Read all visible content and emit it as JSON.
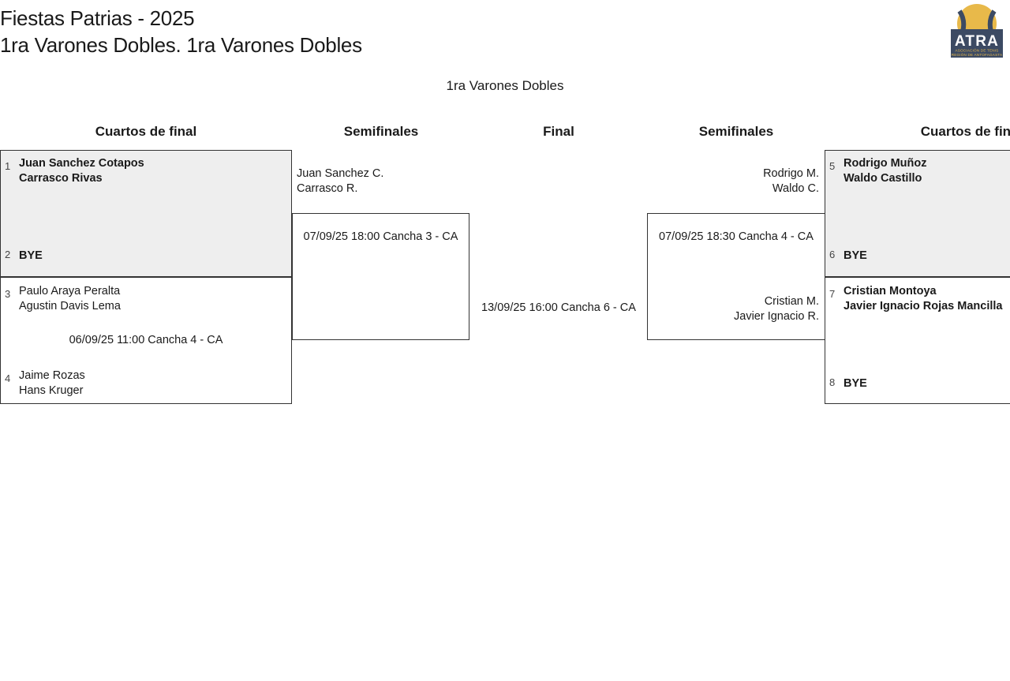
{
  "header": {
    "title": "Fiestas Patrias - 2025",
    "subtitle": "1ra Varones Dobles. 1ra Varones Dobles",
    "logo": {
      "name": "ATRA",
      "line1": "ASOCIACIÓN DE TENIS",
      "line2": "REGIÓN DE ANTOFAGASTA",
      "ball_color": "#E8B94A",
      "text_color": "#3C4A63"
    }
  },
  "draw": {
    "name": "1ra Varones Dobles"
  },
  "rounds": {
    "qf_left": "Cuartos de final",
    "sf_left": "Semifinales",
    "final": "Final",
    "sf_right": "Semifinales",
    "qf_right": "Cuartos de final"
  },
  "colors": {
    "shaded_box": "#eeeeee",
    "border": "#333333",
    "text": "#1a1a1a",
    "seed": "#444444"
  },
  "bracket": {
    "quarterfinals_left": [
      {
        "match_id": "QF1",
        "shaded": true,
        "winner_bold": true,
        "top": {
          "seed": "1",
          "player1": "Juan Sanchez Cotapos",
          "player2": "Carrasco Rivas"
        },
        "bottom": {
          "seed": "2",
          "player1": "BYE",
          "player2": ""
        },
        "schedule": ""
      },
      {
        "match_id": "QF2",
        "shaded": false,
        "winner_bold": false,
        "top": {
          "seed": "3",
          "player1": "Paulo Araya Peralta",
          "player2": "Agustin Davis Lema"
        },
        "bottom": {
          "seed": "4",
          "player1": "Jaime Rozas",
          "player2": "Hans Kruger"
        },
        "schedule": "06/09/25 11:00 Cancha 4 - CA"
      }
    ],
    "quarterfinals_right": [
      {
        "match_id": "QF3",
        "shaded": true,
        "winner_bold": true,
        "top": {
          "seed": "5",
          "player1": "Rodrigo Muñoz",
          "player2": "Waldo Castillo"
        },
        "bottom": {
          "seed": "6",
          "player1": "BYE",
          "player2": ""
        },
        "schedule": ""
      },
      {
        "match_id": "QF4",
        "shaded": false,
        "winner_bold": true,
        "top": {
          "seed": "7",
          "player1": "Cristian Montoya",
          "player2": "Javier Ignacio Rojas Mancilla"
        },
        "bottom": {
          "seed": "8",
          "player1": "BYE",
          "player2": ""
        },
        "schedule": ""
      }
    ],
    "semifinal_left": {
      "match_id": "SF1",
      "top": {
        "player1": "Juan Sanchez C.",
        "player2": "Carrasco R."
      },
      "bottom": {
        "player1": "",
        "player2": ""
      },
      "schedule": "07/09/25 18:00 Cancha 3 - CA"
    },
    "semifinal_right": {
      "match_id": "SF2",
      "top": {
        "player1": "Rodrigo M.",
        "player2": "Waldo C."
      },
      "bottom": {
        "player1": "Cristian M.",
        "player2": "Javier Ignacio R."
      },
      "schedule": "07/09/25 18:30 Cancha 4 - CA"
    },
    "final": {
      "match_id": "F",
      "schedule": "13/09/25 16:00 Cancha 6 - CA"
    }
  }
}
